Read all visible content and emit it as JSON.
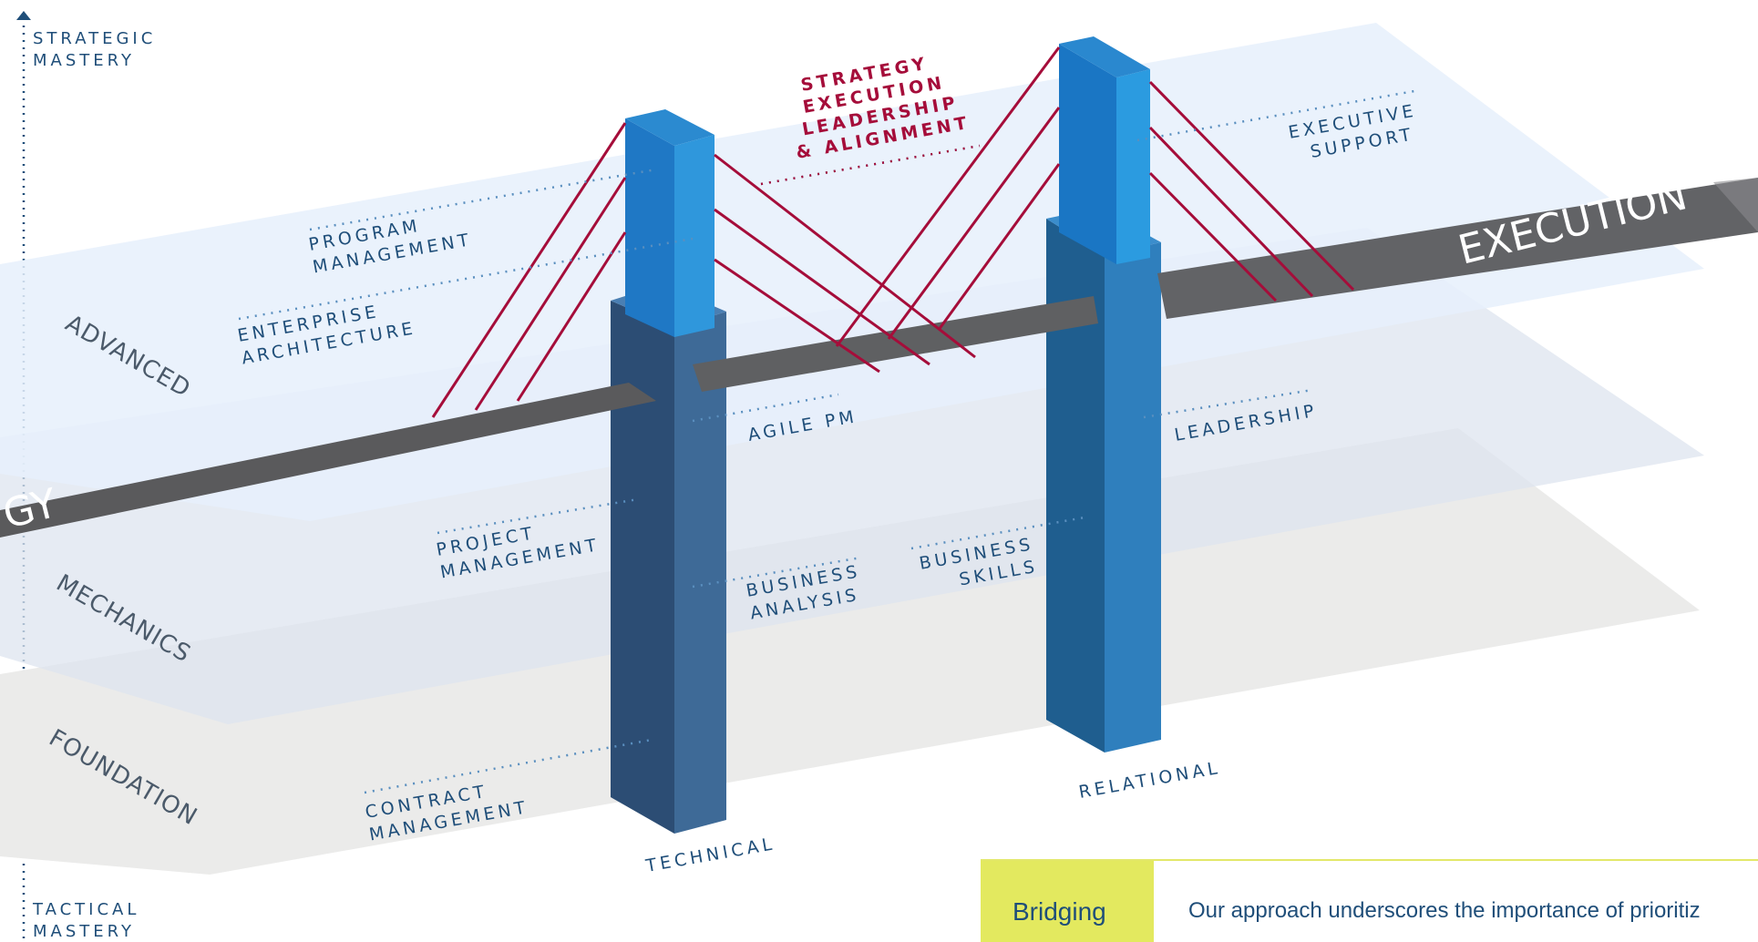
{
  "axis": {
    "top_line1": "STRATEGIC",
    "top_line2": "MASTERY",
    "bottom_line1": "TACTICAL",
    "bottom_line2": "MASTERY"
  },
  "levels": {
    "advanced": "ADVANCED",
    "mechanics": "MECHANICS",
    "foundation": "FOUNDATION"
  },
  "bridge": {
    "left_word": "GY",
    "right_word": "EXECUTION"
  },
  "pillars": {
    "left": "TECHNICAL",
    "right": "RELATIONAL"
  },
  "labels": {
    "program_1": "PROGRAM",
    "program_2": "MANAGEMENT",
    "enterprise_1": "ENTERPRISE",
    "enterprise_2": "ARCHITECTURE",
    "agile": "AGILE PM",
    "project_1": "PROJECT",
    "project_2": "MANAGEMENT",
    "ba_1": "BUSINESS",
    "ba_2": "ANALYSIS",
    "bs_1": "BUSINESS",
    "bs_2": "SKILLS",
    "contract_1": "CONTRACT",
    "contract_2": "MANAGEMENT",
    "leadership": "LEADERSHIP",
    "exec_1": "EXECUTIVE",
    "exec_2": "SUPPORT"
  },
  "strategy": {
    "l1": "STRATEGY",
    "l2": "EXECUTION",
    "l3": "LEADERSHIP",
    "l4": "& ALIGNMENT"
  },
  "callout": {
    "tag": "Bridging",
    "text": "Our approach underscores the importance of prioritiz"
  },
  "colors": {
    "accent_red": "#a50d3a",
    "navy": "#1f4e79",
    "pillar_light": "#2a8fd0",
    "plane_blue": "#e5f0fb",
    "plane_grey": "#eaeaea",
    "callout_yellow": "#e3e95f"
  }
}
